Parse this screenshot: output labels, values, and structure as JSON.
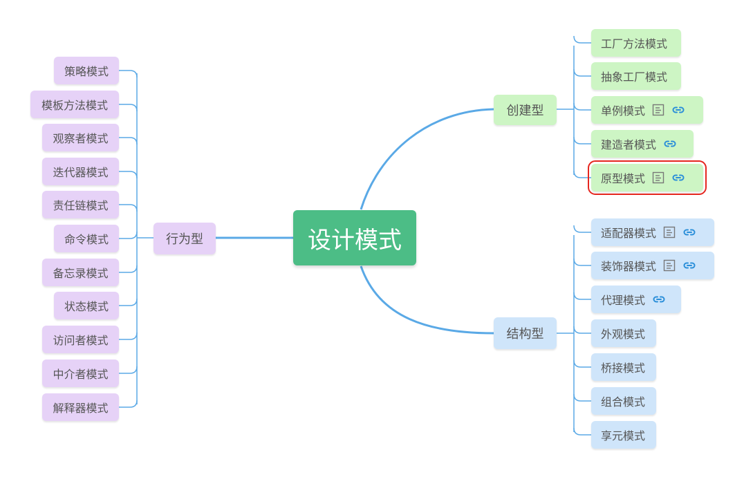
{
  "root": {
    "label": "设计模式"
  },
  "branches": {
    "creational": {
      "label": "创建型",
      "children": [
        {
          "label": "工厂方法模式",
          "note": false,
          "link": false
        },
        {
          "label": "抽象工厂模式",
          "note": false,
          "link": false
        },
        {
          "label": "单例模式",
          "note": true,
          "link": true
        },
        {
          "label": "建造者模式",
          "note": false,
          "link": true
        },
        {
          "label": "原型模式",
          "note": true,
          "link": true,
          "highlighted": true
        }
      ]
    },
    "structural": {
      "label": "结构型",
      "children": [
        {
          "label": "适配器模式",
          "note": true,
          "link": true
        },
        {
          "label": "装饰器模式",
          "note": true,
          "link": true
        },
        {
          "label": "代理模式",
          "note": false,
          "link": true
        },
        {
          "label": "外观模式",
          "note": false,
          "link": false
        },
        {
          "label": "桥接模式",
          "note": false,
          "link": false
        },
        {
          "label": "组合模式",
          "note": false,
          "link": false
        },
        {
          "label": "享元模式",
          "note": false,
          "link": false
        }
      ]
    },
    "behavioral": {
      "label": "行为型",
      "children": [
        {
          "label": "策略模式"
        },
        {
          "label": "模板方法模式"
        },
        {
          "label": "观察者模式"
        },
        {
          "label": "迭代器模式"
        },
        {
          "label": "责任链模式"
        },
        {
          "label": "命令模式"
        },
        {
          "label": "备忘录模式"
        },
        {
          "label": "状态模式"
        },
        {
          "label": "访问者模式"
        },
        {
          "label": "中介者模式"
        },
        {
          "label": "解释器模式"
        }
      ]
    }
  },
  "colors": {
    "root": "#4cbd86",
    "connector": "#5aa9e6",
    "behavioral": "#e6d2f7",
    "creational": "#cdf5c4",
    "structural": "#cfe5fa",
    "highlight_border": "#e5261f",
    "icon": "#2b8fd9"
  },
  "icons": {
    "note": "note-icon",
    "link": "link-icon"
  }
}
